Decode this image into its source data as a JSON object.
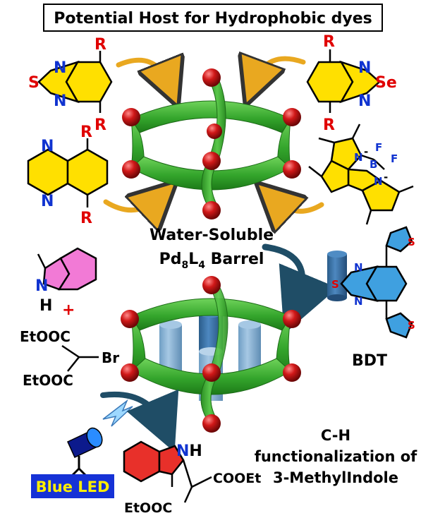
{
  "title": "Potential Host for Hydrophobic dyes",
  "barrel_label_line1": "Water-Soluble",
  "barrel_label_line2_prefix": "Pd",
  "barrel_label_line2_sub1": "8",
  "barrel_label_line2_mid": "L",
  "barrel_label_line2_sub2": "4",
  "barrel_label_line2_suffix": " Barrel",
  "bdt_label": "BDT",
  "blue_led_label": "Blue LED",
  "ch_line1": "C-H",
  "ch_line2": "functionalization of",
  "ch_line3": "3-MethylIndole",
  "atoms": {
    "R": "R",
    "N": "N",
    "S": "S",
    "Se": "Se",
    "B": "B",
    "F": "F",
    "H": "H",
    "NH": "NH",
    "Br": "Br",
    "minus": "-",
    "plus": "+",
    "EtOOC": "EtOOC",
    "COOEt": "COOEt"
  },
  "colors": {
    "cage_green": "#3aa834",
    "pd_red": "#c8141a",
    "yellow_fill": "#ffe000",
    "blue_fill": "#3fa0e0",
    "magenta_fill": "#f27ad6",
    "red_fill": "#e8302a",
    "led_bg": "#1632d6",
    "led_text": "#ffee00",
    "arrow_gold": "#e9a820",
    "arrow_teal": "#1f4d66"
  }
}
